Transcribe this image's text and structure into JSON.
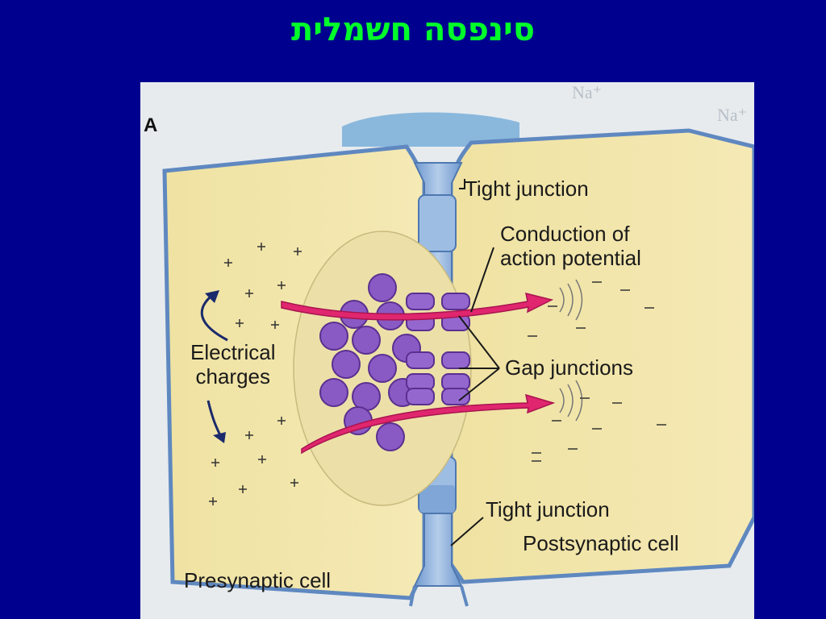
{
  "slide": {
    "title": "סינפסה חשמלית"
  },
  "figure": {
    "panel_letter": "A",
    "labels": {
      "tight_junction_top": "Tight junction",
      "conduction": "Conduction of\naction potential",
      "gap_junctions": "Gap junctions",
      "tight_junction_bottom": "Tight junction",
      "postsynaptic_cell": "Postsynaptic cell",
      "electrical_charges": "Electrical\ncharges",
      "presynaptic_cell": "Presynaptic cell"
    },
    "background_text": [
      "Na⁺",
      "Na⁺"
    ],
    "colors": {
      "cell_fill": "#f3e6a6",
      "membrane": "#8fb2dc",
      "channel": "#7d63c9",
      "current_arrow": "#e0266e"
    },
    "icons": [
      "plus-sign",
      "minus-sign",
      "curved-arrow"
    ]
  }
}
